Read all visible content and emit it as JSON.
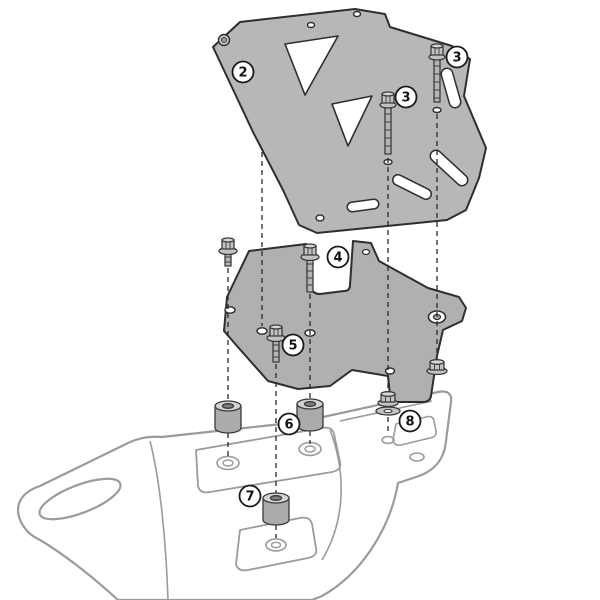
{
  "diagram": {
    "type": "exploded-assembly-diagram",
    "description_visible_text_only": true,
    "callouts": {
      "c2": "2",
      "c3a": "3",
      "c3b": "3",
      "c4": "4",
      "c5": "5",
      "c6": "6",
      "c7": "7",
      "c8": "8"
    },
    "colors": {
      "background": "#ffffff",
      "plate_fill": "#b7b7b7",
      "bracket_fill": "#b0b0b0",
      "part_outline": "#2e2e2e",
      "hardware_fill": "#c2c2c2",
      "body_line": "#9b9b9b",
      "dashed_line": "#2a2a2a"
    }
  }
}
